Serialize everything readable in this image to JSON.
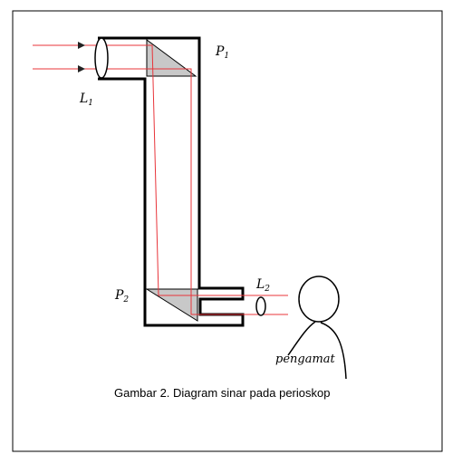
{
  "labels": {
    "L1": {
      "main": "L",
      "sub": "1"
    },
    "P1": {
      "main": "P",
      "sub": "1"
    },
    "P2": {
      "main": "P",
      "sub": "2"
    },
    "L2": {
      "main": "L",
      "sub": "2"
    }
  },
  "observer_label": "pengamat",
  "caption": "Gambar 2. Diagram sinar pada perioskop",
  "colors": {
    "ray": "#e8343a",
    "arrow": "#222222",
    "tube": "#000000",
    "prism_fill": "#c8c8c8",
    "frame": "#000000"
  }
}
